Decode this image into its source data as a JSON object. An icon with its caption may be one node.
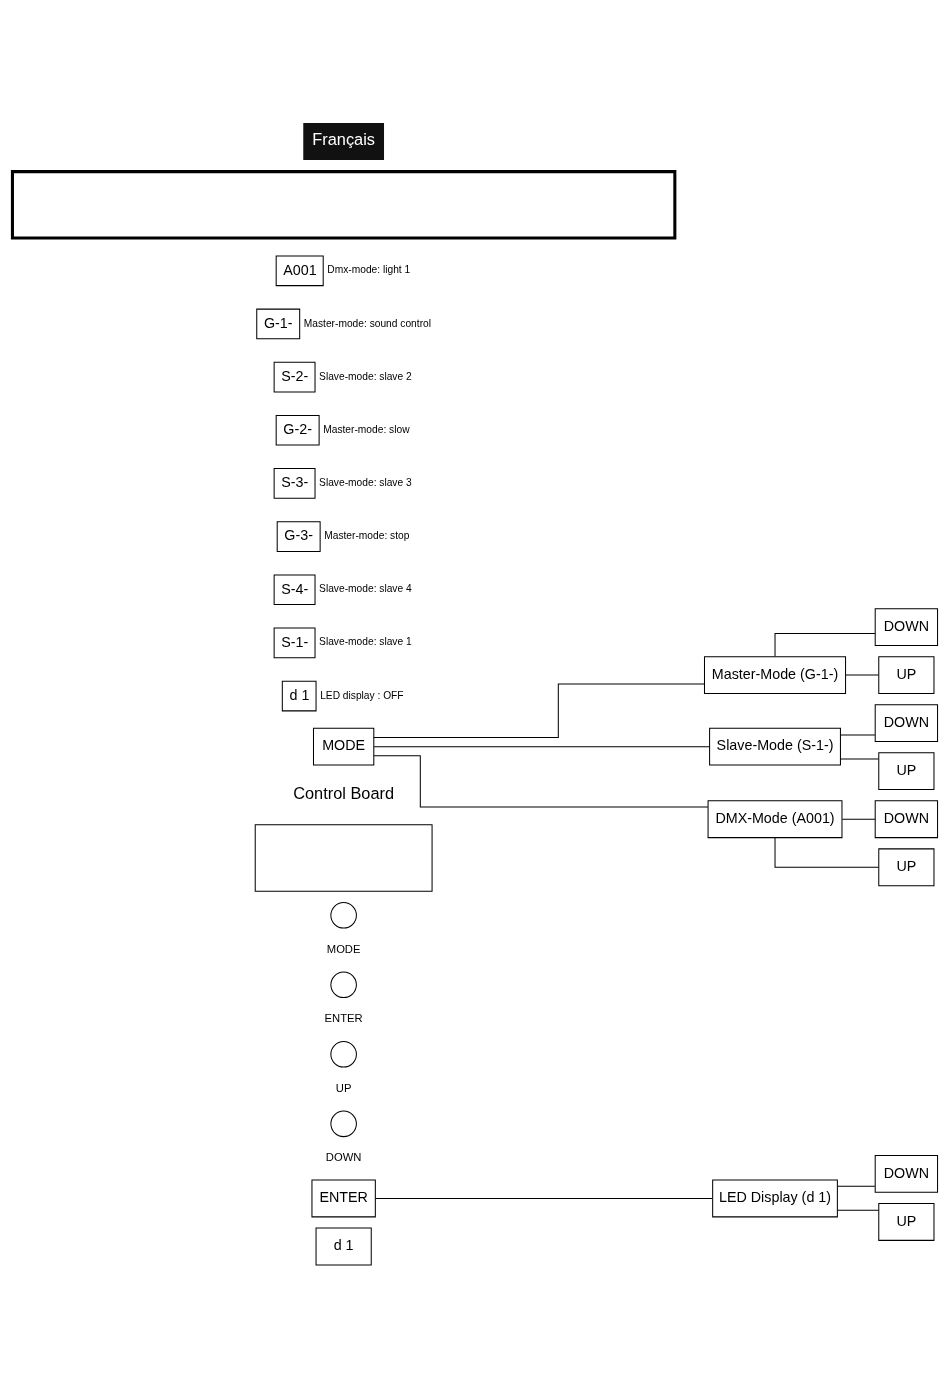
{
  "diagram": {
    "nodes": [
      {
        "text": [],
        "shape": "box"
      },
      {
        "text": [
          "A001"
        ],
        "beside": [
          "Dmx-mode: light 1"
        ]
      },
      {
        "text": [
          "G-1-"
        ],
        "beside": [
          "Master-mode: sound control"
        ]
      },
      {
        "text": [
          "S-2-"
        ],
        "beside": [
          "Slave-mode: slave 2"
        ]
      },
      {
        "text": [
          "G-2-"
        ],
        "beside": [
          "Master-mode: slow"
        ]
      },
      {
        "text": [
          "S-3-"
        ],
        "beside": [
          "Slave-mode: slave 3"
        ]
      },
      {
        "text": [
          "G-3-"
        ],
        "beside": [
          "Master-mode: stop"
        ]
      },
      {
        "text": [
          "S-4-"
        ],
        "beside": [
          "Slave-mode: slave 4"
        ]
      },
      {
        "text": [
          "S-1-"
        ],
        "beside": [
          "Slave-mode: slave 1"
        ]
      },
      {
        "text": [
          "d 1"
        ],
        "beside": [
          "LED display : OFF"
        ]
      },
      {
        "text": [
          "MODE"
        ]
      },
      {
        "text": [
          "DMX-Mode (A001)"
        ]
      },
      {
        "text": [
          "UP"
        ]
      },
      {
        "text": [
          "DOWN"
        ]
      },
      {
        "text": [
          "Slave-Mode (S-1-)"
        ]
      },
      {
        "text": [
          "UP"
        ]
      },
      {
        "text": [
          "DOWN"
        ]
      },
      {
        "text": [
          "Master-Mode (G-1-)"
        ]
      },
      {
        "text": [
          "UP"
        ]
      },
      {
        "text": [
          "DOWN"
        ]
      },
      {
        "text": [],
        "shape": "box"
      },
      {
        "text": [],
        "shape": "circle",
        "beside": [
          "MODE"
        ]
      },
      {
        "text": [],
        "shape": "circle",
        "beside": [
          "ENTER"
        ]
      },
      {
        "text": [],
        "shape": "circle",
        "beside": [
          "UP"
        ]
      },
      {
        "text": [],
        "shape": "circle",
        "beside": [
          "DOWN"
        ]
      },
      {
        "text": [
          "ENTER"
        ]
      },
      {
        "text": [
          "LED Display (d 1)"
        ]
      },
      {
        "text": [
          "UP"
        ]
      },
      {
        "text": [
          "DOWN"
        ]
      },
      {
        "text": [
          "d 1"
        ]
      }
    ],
    "edges": [
      {
        "from": 10,
        "to": 11,
        "arrow": "none"
      },
      {
        "from": 10,
        "to": 14,
        "arrow": "none"
      },
      {
        "from": 10,
        "to": 17,
        "arrow": "none"
      },
      {
        "from": 11,
        "to": 12,
        "arrow": "none"
      },
      {
        "from": 11,
        "to": 13,
        "arrow": "none"
      },
      {
        "from": 14,
        "to": 15,
        "arrow": "none"
      },
      {
        "from": 14,
        "to": 16,
        "arrow": "none"
      },
      {
        "from": 17,
        "to": 18,
        "arrow": "none"
      },
      {
        "from": 17,
        "to": 19,
        "arrow": "none"
      },
      {
        "from": 25,
        "to": 26,
        "arrow": "none"
      },
      {
        "from": 26,
        "to": 27,
        "arrow": "none"
      },
      {
        "from": 26,
        "to": 28,
        "arrow": "none"
      }
    ],
    "labels": [
      "Français",
      "Control Board"
    ]
  }
}
